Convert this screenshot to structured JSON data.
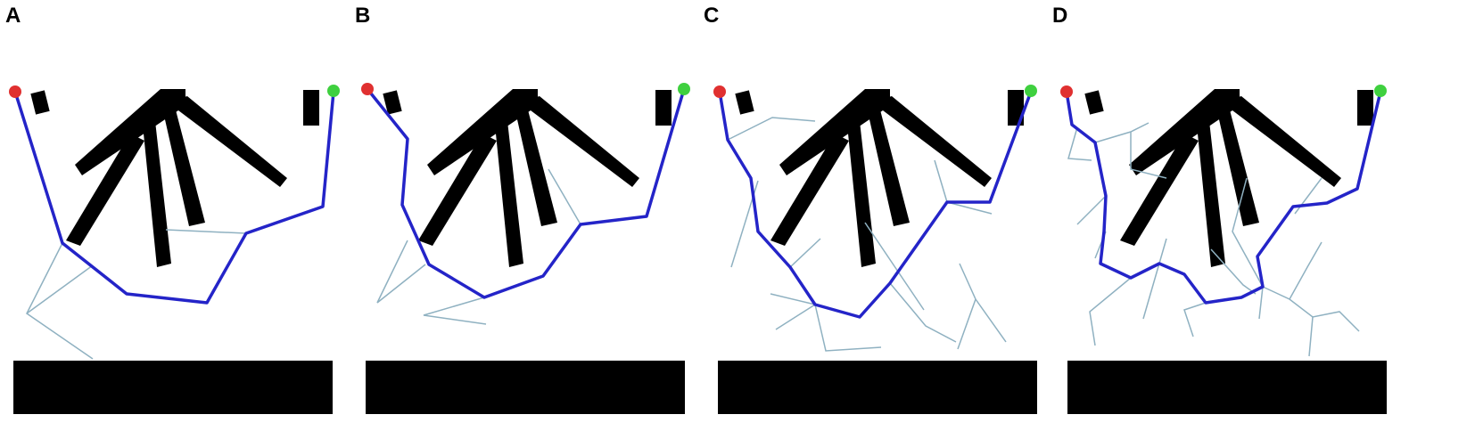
{
  "panels": [
    {
      "label": "A"
    },
    {
      "label": "B"
    },
    {
      "label": "C"
    },
    {
      "label": "D"
    }
  ],
  "colors": {
    "obstacle": "#000000",
    "path": "#2424c8",
    "tree": "#8fb1c1",
    "start": "#e03030",
    "goal": "#3fd03f"
  }
}
